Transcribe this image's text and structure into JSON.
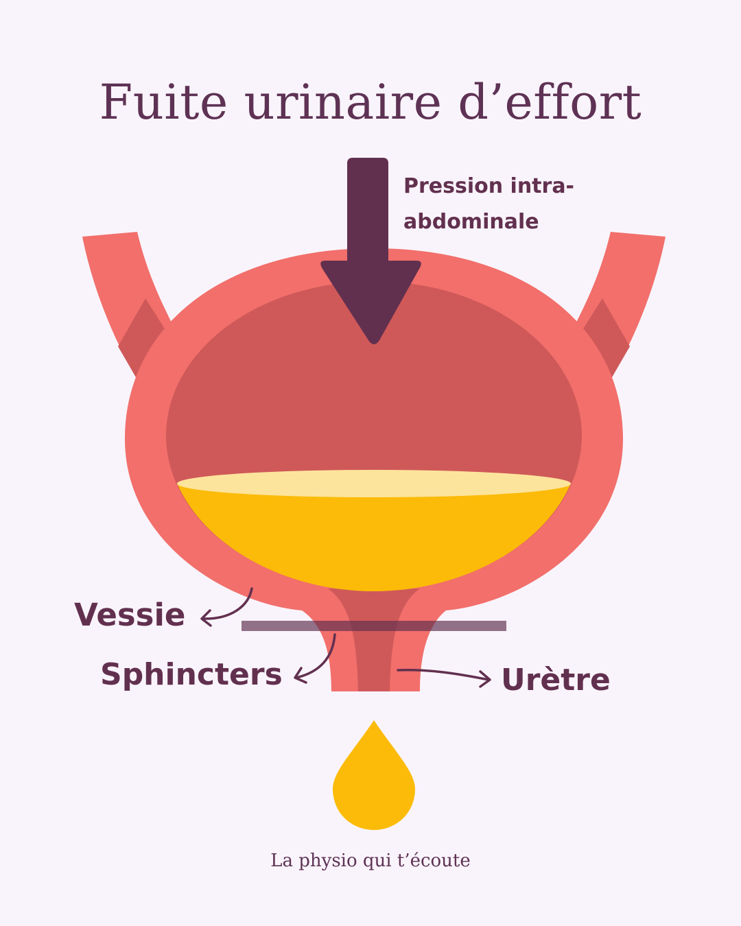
{
  "title": "Fuite urinaire d’effort",
  "pressure_label_line1": "Pression intra-",
  "pressure_label_line2": "abdominale",
  "labels": {
    "bladder": "Vessie",
    "sphincters": "Sphincters",
    "urethra": "Urètre"
  },
  "footer": "La physio qui t’écoute",
  "colors": {
    "background": "#f9f4fb",
    "bladder_wall": "#f26f6b",
    "bladder_inner": "#cf5959",
    "urine": "#fbbb08",
    "urine_surface": "#fde49c",
    "arrow_and_text": "#62304f",
    "sphincter_bar": "#7d5473"
  }
}
